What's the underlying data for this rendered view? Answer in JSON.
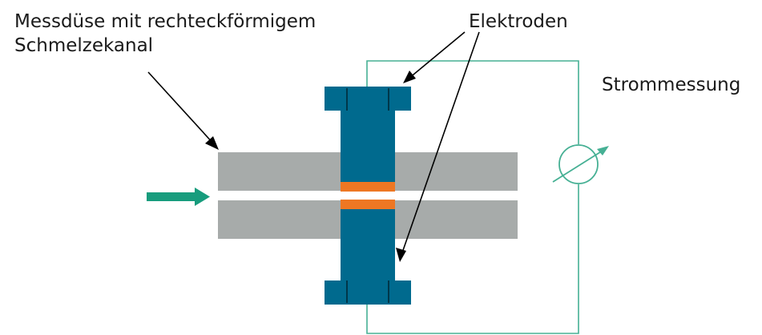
{
  "labels": {
    "nozzle_line1": "Messdüse  mit rechteckförmigem",
    "nozzle_line2": "Schmelzekanal",
    "electrodes": "Elektroden",
    "current_measurement": "Strommessung"
  },
  "colors": {
    "channel_wall": "#a7abaa",
    "electrode": "#006a8e",
    "electrode_contact": "#ee7723",
    "flow_arrow": "#179c7d",
    "circuit_wire": "#46b094",
    "annotation_line": "#000000"
  },
  "icons": {
    "flow_direction": "right-arrow-icon",
    "ammeter": "ammeter-icon"
  }
}
